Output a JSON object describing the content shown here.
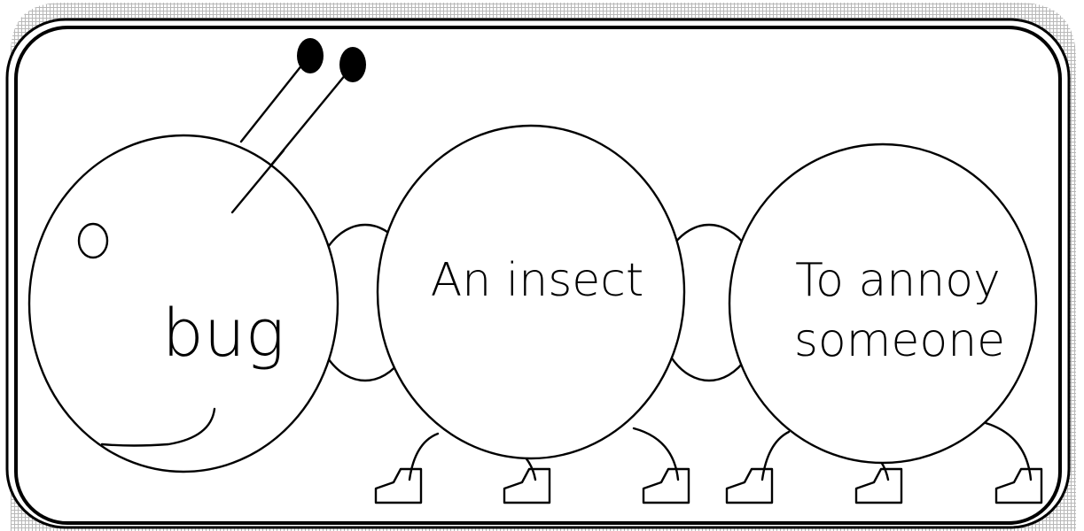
{
  "word": "bug",
  "meanings": [
    {
      "lines": [
        "An insect"
      ]
    },
    {
      "lines": [
        "To annoy",
        "someone"
      ]
    }
  ]
}
